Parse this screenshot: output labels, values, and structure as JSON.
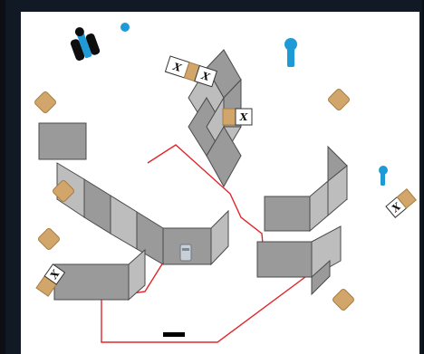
{
  "scene": {
    "kind": "top-down warehouse map",
    "background_color": "#ffffff",
    "frame_color": "#0b0f14"
  },
  "colors": {
    "wall_front": "#9a9a9a",
    "wall_side": "#bdbdbd",
    "wall_stroke": "#4a4a4a",
    "path": "#e0252b",
    "box_tan": "#d2a66a",
    "box_tan_stroke": "#a77e44",
    "marker_cyan": "#1e9ad6",
    "start_bar": "#000000"
  },
  "labels": {
    "x_mark": "X"
  },
  "icons": {
    "robot": "robot-icon",
    "pin": "pin-icon",
    "crate": "crate-icon",
    "x_tag": "x-label-tag"
  }
}
